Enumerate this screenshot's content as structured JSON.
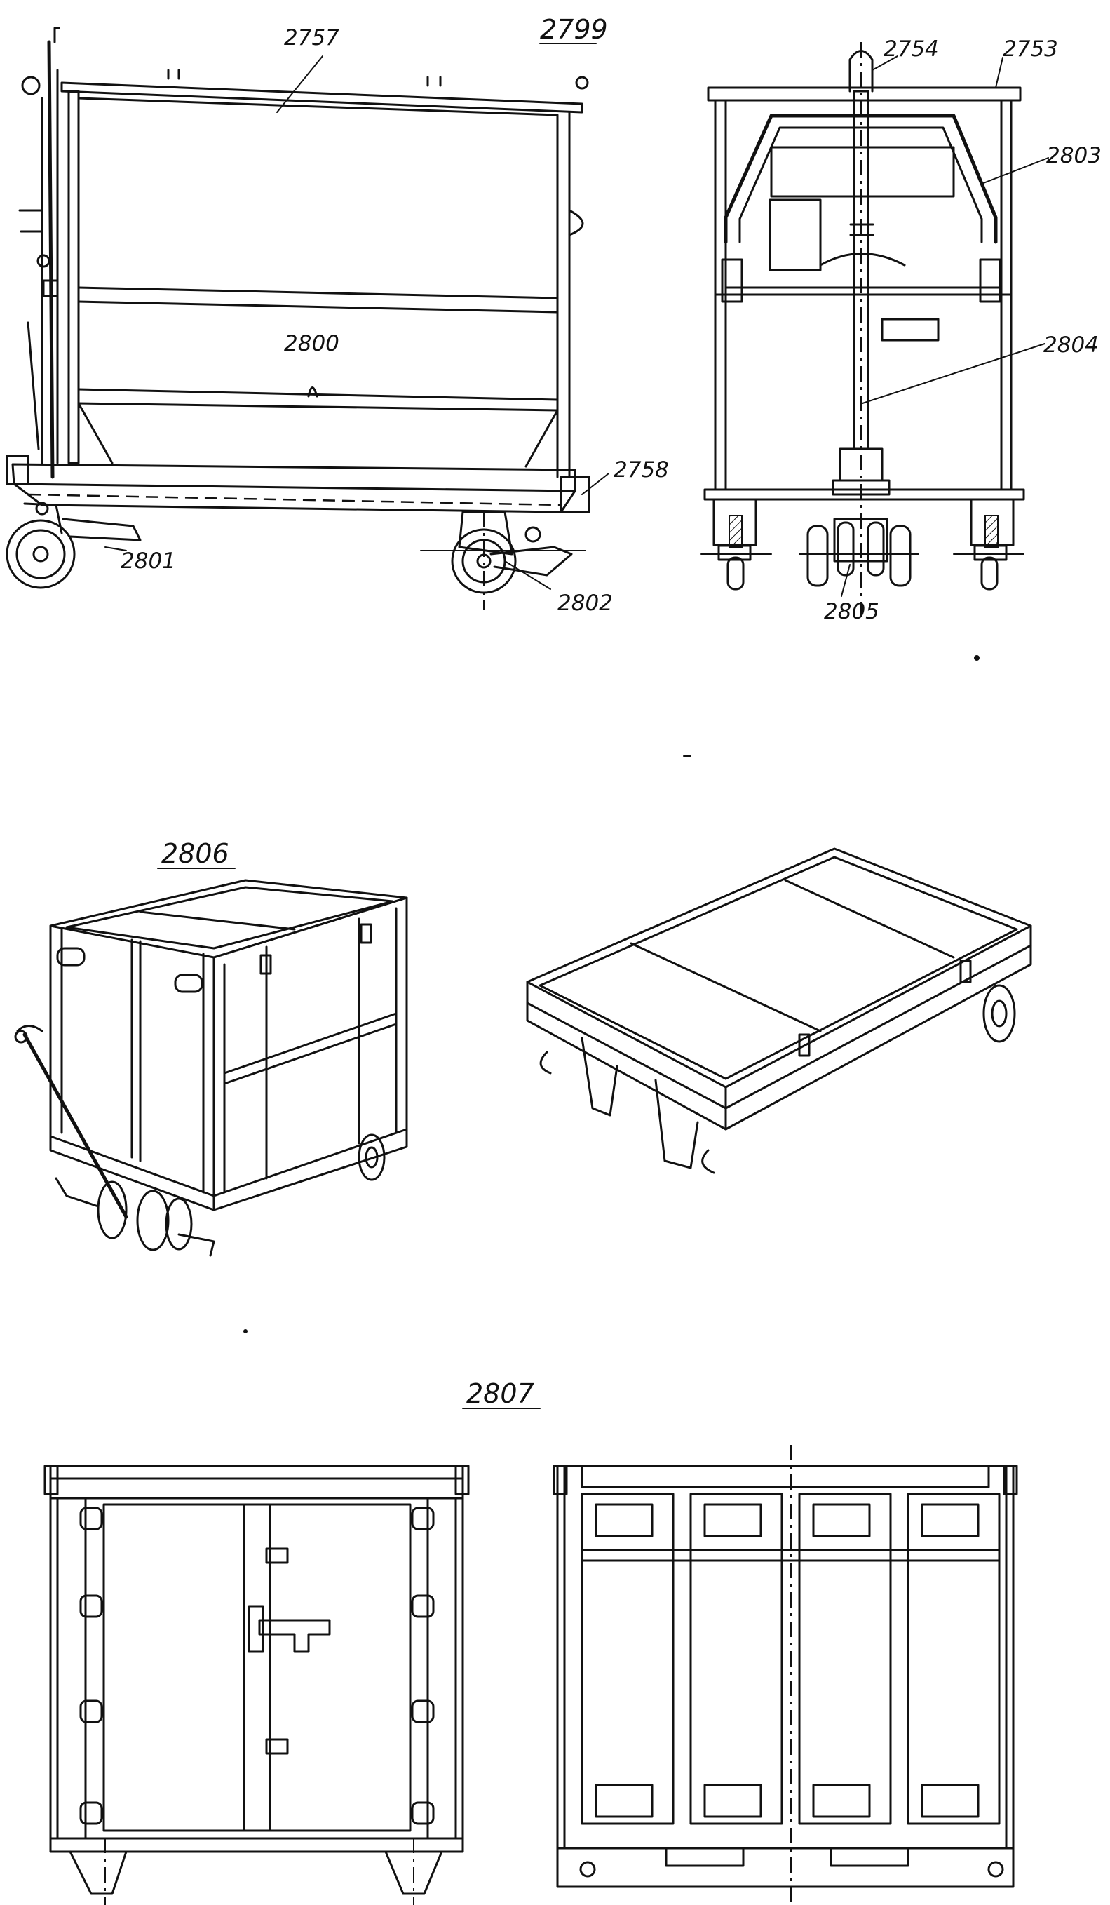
{
  "figures": {
    "fig_2799": "2799",
    "fig_2806": "2806",
    "fig_2807": "2807"
  },
  "callouts": {
    "c2757": "2757",
    "c2800": "2800",
    "c2801": "2801",
    "c2802": "2802",
    "c2758": "2758",
    "c2754": "2754",
    "c2753": "2753",
    "c2803": "2803",
    "c2804": "2804",
    "c2805": "2805"
  }
}
